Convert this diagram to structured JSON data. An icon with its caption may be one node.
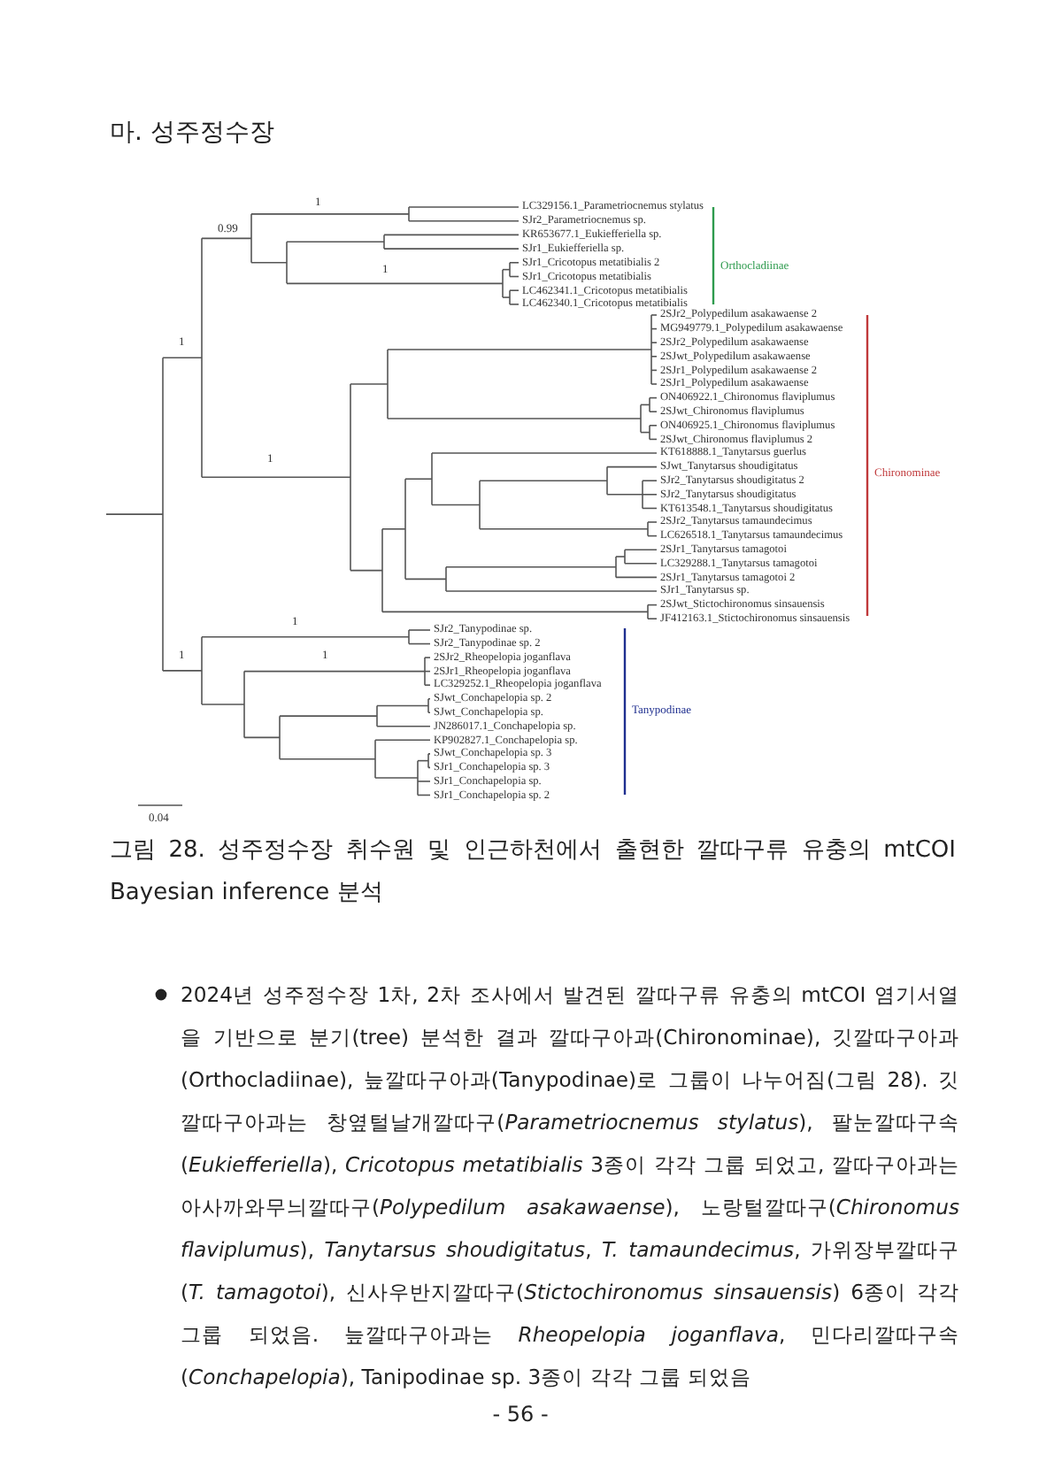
{
  "diagram": {
    "title": "마. 성주정수장",
    "caption": "그림 28. 성주정수장 취수원 및 인근하천에서 출현한 깔따구류 유충의 mtCOI Bayesian inference 분석",
    "labels": [
      "LC329156.1_Parametriocnemus stylatus",
      "SJr2_Parametriocnemus sp.",
      "KR653677.1_Eukiefferiella sp.",
      "SJr1_Eukiefferiella sp.",
      "SJr1_Cricotopus metatibialis 2",
      "SJr1_Cricotopus metatibialis",
      "LC462341.1_Cricotopus metatibialis",
      "LC462340.1_Cricotopus metatibialis",
      "2SJr2_Polypedilum asakawaense 2",
      "MG949779.1_Polypedilum asakawaense",
      "2SJr2_Polypedilum asakawaense",
      "2SJwt_Polypedilum asakawaense",
      "2SJr1_Polypedilum asakawaense 2",
      "2SJr1_Polypedilum asakawaense",
      "ON406922.1_Chironomus flaviplumus",
      "2SJwt_Chironomus flaviplumus",
      "ON406925.1_Chironomus flaviplumus",
      "2SJwt_Chironomus flaviplumus 2",
      "KT618888.1_Tanytarsus guerlus",
      "SJwt_Tanytarsus shoudigitatus",
      "SJr2_Tanytarsus shoudigitatus 2",
      "SJr2_Tanytarsus shoudigitatus",
      "KT613548.1_Tanytarsus shoudigitatus",
      "2SJr2_Tanytarsus tamaundecimus",
      "LC626518.1_Tanytarsus tamaundecimus",
      "2SJr1_Tanytarsus tamagotoi",
      "LC329288.1_Tanytarsus tamagotoi",
      "2SJr1_Tanytarsus tamagotoi 2",
      "SJr1_Tanytarsus sp.",
      "2SJwt_Stictochironomus sinsauensis",
      "JF412163.1_Stictochironomus sinsauensis",
      "SJr2_Tanypodinae sp.",
      "SJr2_Tanypodinae sp. 2",
      "2SJr2_Rheopelopia joganflava",
      "2SJr1_Rheopelopia joganflava",
      "LC329252.1_Rheopelopia joganflava",
      "SJwt_Conchapelopia sp. 2",
      "SJwt_Conchapelopia sp.",
      "JN286017.1_Conchapelopia sp.",
      "KP902827.1_Conchapelopia sp.",
      "SJwt_Conchapelopia sp. 3",
      "SJr1_Conchapelopia sp. 3",
      "SJr1_Conchapelopia sp.",
      "SJr1_Conchapelopia sp. 2",
      "Orthocladiinae",
      "Chironominae",
      "Tanypodinae",
      "1",
      "0.99",
      "1",
      "1",
      "1",
      "1",
      "1",
      "1",
      "0.04",
      "2024년 성주정수장 1차, 2차 조사에서 발견된 깔따구류 유충의 mtCOI 염기서열을 기반으로 분기(tree) 분석한 결과 깔따구아과(Chironominae), 깃깔따구아과(Orthocladiinae), 늪깔따구아과(Tanypodinae)로 그룹이 나누어짐(그림 28). 깃깔따구아과는 창옆털날개깔따구(*Parametriocnemus stylatus*), 팔눈깔따구속(*Eukiefferiella*), *Cricotopus metatibialis* 3종이 각각 그룹 되었고, 깔따구아과는 아사까와무늬깔따구(*Polypedilum asakawaense*), 노랑털깔따구(*Chironomus flaviplumus*), *Tanytarsus shoudigitatus*, *T. tamaundecimus*, 가위장부깔따구(*T. tamagotoi*), 신사우반지깔따구(*Stictochironomus sinsauensis*) 6종이 각각 그룹 되었음. 늪깔따구아과는 *Rheopelopia joganflava*, 민다리깔따구속(*Conchapelopia*), Tanipodinae sp. 3종이 각각 그룹 되었음",
      "- 56 -"
    ]
  }
}
